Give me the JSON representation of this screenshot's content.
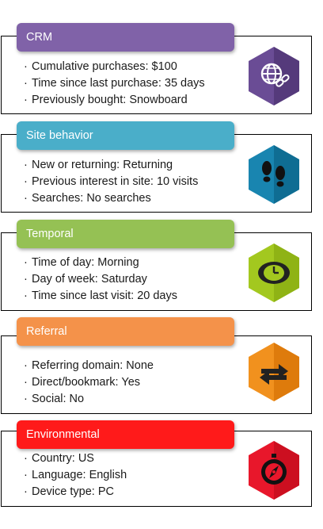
{
  "cards": [
    {
      "title": "CRM",
      "color": "#8062a8",
      "icon": "globe-link-icon",
      "items": [
        "Cumulative purchases: $100",
        "Time since last purchase: 35 days",
        "Previously bought: Snowboard"
      ]
    },
    {
      "title": "Site behavior",
      "color": "#4aaec9",
      "icon": "footprints-icon",
      "items": [
        "New or returning: Returning",
        "Previous interest in site: 10 visits",
        "Searches: No searches"
      ]
    },
    {
      "title": "Temporal",
      "color": "#95c154",
      "icon": "clock-icon",
      "items": [
        "Time of day: Morning",
        "Day of week: Saturday",
        "Time since last visit: 20 days"
      ]
    },
    {
      "title": "Referral",
      "color": "#f4924a",
      "icon": "arrows-exchange-icon",
      "items": [
        "Referring domain: None",
        "Direct/bookmark: Yes",
        "Social: No"
      ]
    },
    {
      "title": "Environmental",
      "color": "#ff1a1a",
      "icon": "compass-icon",
      "items": [
        "Country: US",
        "Language: English",
        "Device type: PC"
      ]
    }
  ]
}
